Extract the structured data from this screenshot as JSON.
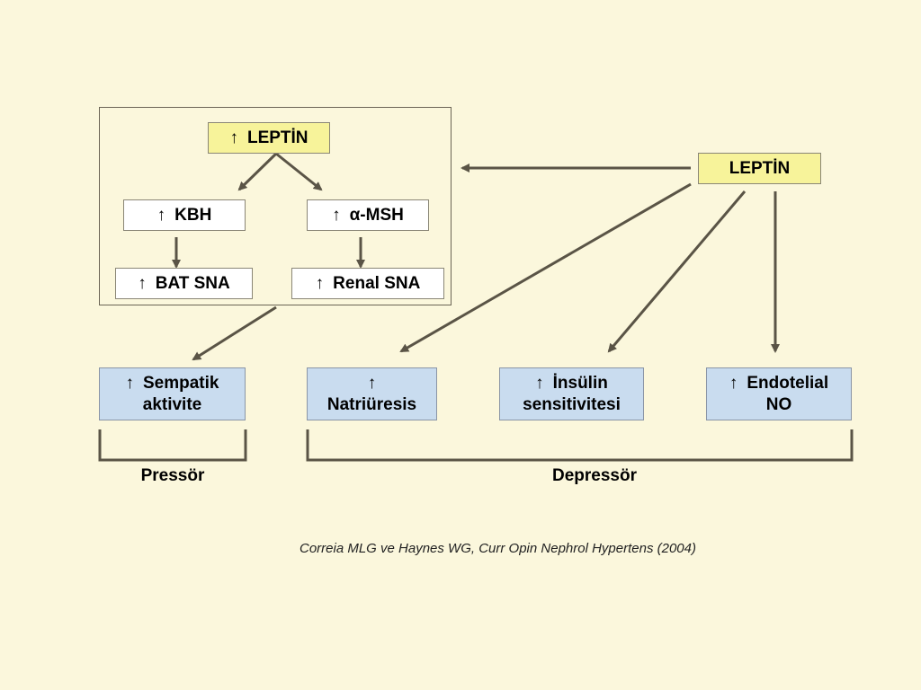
{
  "diagram": {
    "up_arrow": "↑",
    "boxes": {
      "leptin_top": "LEPTİN",
      "kbh": "KBH",
      "alpha_msh": "α-MSH",
      "bat_sna": "BAT SNA",
      "renal_sna": "Renal SNA",
      "leptin_right": "LEPTİN",
      "sympathetic": [
        "Sempatik",
        "aktivite"
      ],
      "natriuresis": [
        "",
        "Natriüresis"
      ],
      "insulin": [
        "İnsülin",
        "sensitivitesi"
      ],
      "endothelial": [
        "Endotelial",
        "NO"
      ]
    },
    "group_labels": {
      "pressor": "Pressör",
      "depressor": "Depressör"
    }
  },
  "citation": "Correia MLG ve Haynes WG, Curr Opin Nephrol Hypertens (2004)",
  "colors": {
    "background": "#fbf7dc",
    "leptin_box": "#f7f39a",
    "effect_box": "#c9dcef",
    "arrow": "#5a5446"
  }
}
